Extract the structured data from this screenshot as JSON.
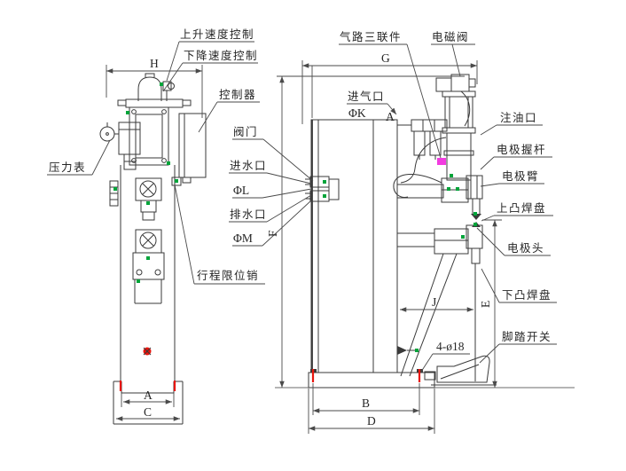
{
  "colors": {
    "line": "#3a3a3a",
    "dim": "#4a4a4a",
    "text": "#262626",
    "red": "#e8150d",
    "green": "#00a43a",
    "magenta": "#f23be0"
  },
  "callouts": {
    "rise_speed_control": "上升速度控制",
    "fall_speed_control": "下降速度控制",
    "controller": "控制器",
    "pressure_gauge": "压力表",
    "valve": "阀门",
    "water_inlet": "进水口",
    "phi_l": "ΦL",
    "water_outlet": "排水口",
    "phi_m": "ΦM",
    "stroke_limit_pin": "行程限位销",
    "air_triple_unit": "气路三联件",
    "solenoid_valve": "电磁阀",
    "air_inlet": "进气口",
    "phi_k": "ΦK",
    "port_a": "A",
    "oil_fill_port": "注油口",
    "electrode_grip_rod": "电极握杆",
    "electrode_arm": "电极臂",
    "upper_projection_pad": "上凸焊盘",
    "electrode_tip": "电极头",
    "lower_projection_pad": "下凸焊盘",
    "foot_switch": "脚踏开关",
    "hole_note": "4-ø18"
  },
  "dims": {
    "H": "H",
    "G": "G",
    "F": "F",
    "E": "E",
    "J": "J",
    "A": "A",
    "B": "B",
    "C": "C",
    "D": "D"
  }
}
